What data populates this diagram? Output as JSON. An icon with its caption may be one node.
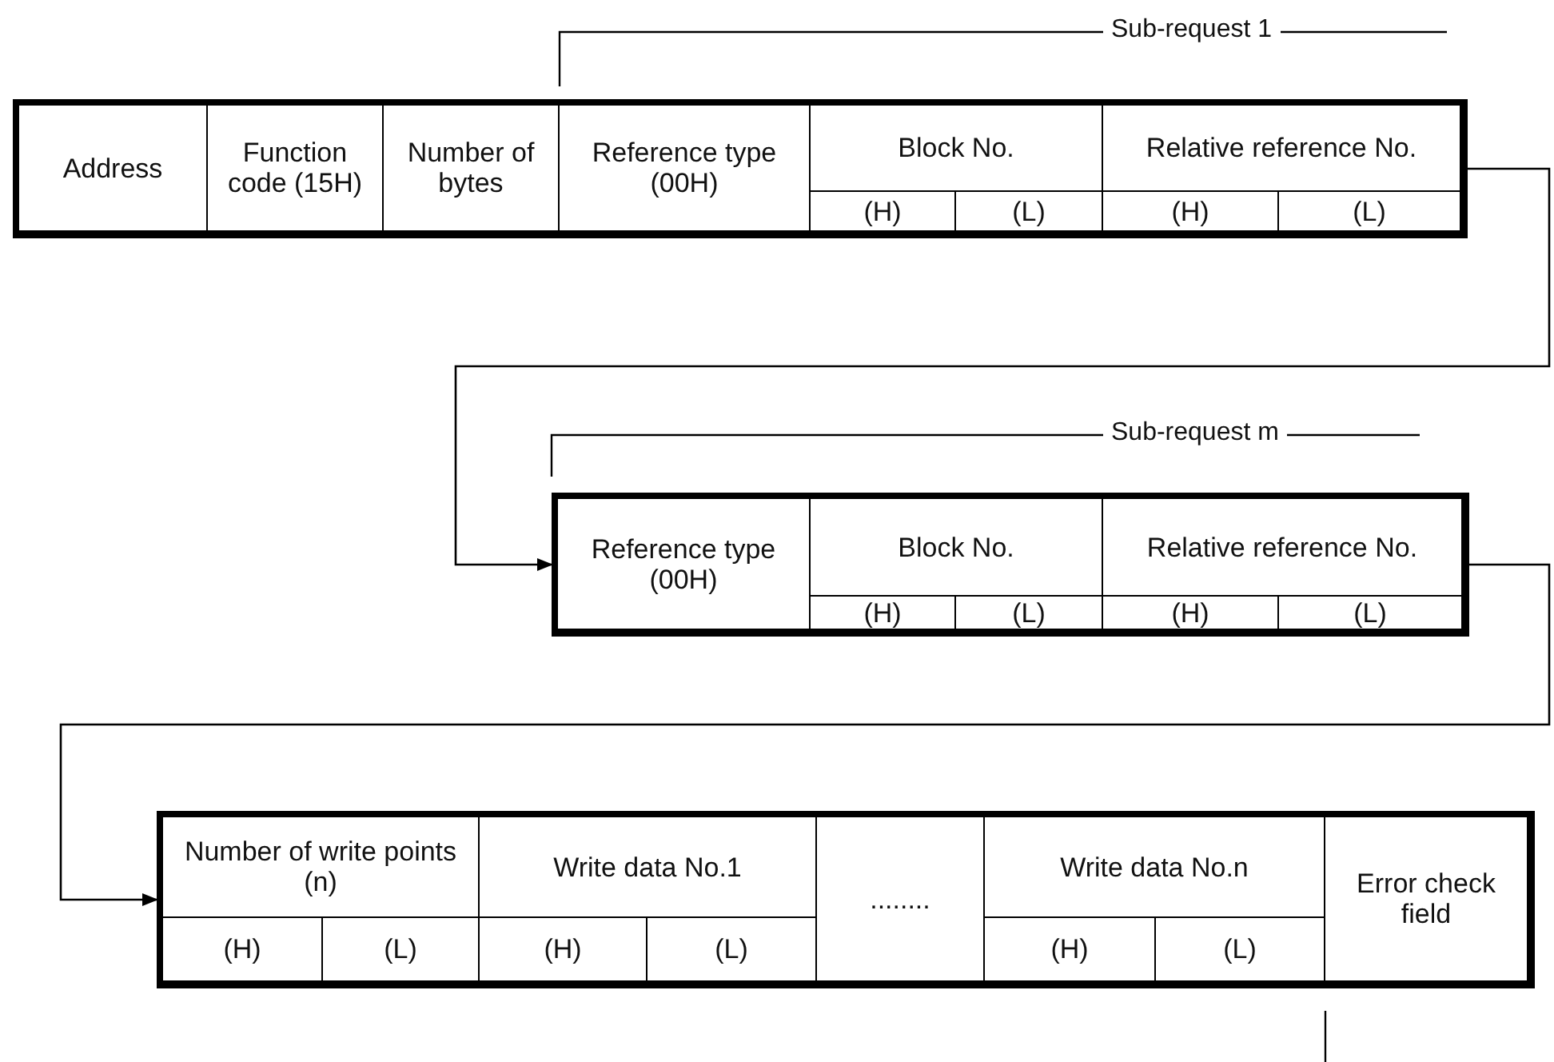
{
  "diagram": {
    "nodes": [
      {
        "text": [],
        "shape": "box"
      },
      {
        "text": [
          "Address"
        ],
        "in": 0
      },
      {
        "text": [
          "Function code (15H)"
        ],
        "in": 0
      },
      {
        "text": [
          "Number of bytes"
        ],
        "in": 0
      },
      {
        "text": [
          "Reference type (00H)"
        ],
        "in": 0
      },
      {
        "text": [
          "Block No."
        ],
        "in": 0
      },
      {
        "text": [
          "(H)"
        ],
        "in": 0
      },
      {
        "text": [
          "(L)"
        ],
        "in": 0
      },
      {
        "text": [
          "Relative reference No."
        ],
        "in": 0
      },
      {
        "text": [
          "(H)"
        ],
        "in": 0
      },
      {
        "text": [
          "(L)"
        ],
        "in": 0
      },
      {
        "text": [],
        "shape": "box"
      },
      {
        "text": [
          "Reference type (00H)"
        ],
        "in": 11
      },
      {
        "text": [
          "Block No."
        ],
        "in": 11
      },
      {
        "text": [
          "(H)"
        ],
        "in": 11
      },
      {
        "text": [
          "(L)"
        ],
        "in": 11
      },
      {
        "text": [
          "Relative reference No."
        ],
        "in": 11
      },
      {
        "text": [
          "(H)"
        ],
        "in": 11
      },
      {
        "text": [
          "(L)"
        ],
        "in": 11
      },
      {
        "text": [],
        "shape": "box"
      },
      {
        "text": [
          "Number of write points (n)"
        ],
        "in": 19
      },
      {
        "text": [
          "(H)"
        ],
        "in": 19
      },
      {
        "text": [
          "(L)"
        ],
        "in": 19
      },
      {
        "text": [
          "Write data No.1"
        ],
        "in": 19
      },
      {
        "text": [
          "(H)"
        ],
        "in": 19
      },
      {
        "text": [
          "(L)"
        ],
        "in": 19
      },
      {
        "text": [
          "........"
        ],
        "in": 19
      },
      {
        "text": [
          "Write data No.n"
        ],
        "in": 19
      },
      {
        "text": [
          "(H)"
        ],
        "in": 19
      },
      {
        "text": [
          "(L)"
        ],
        "in": 19
      },
      {
        "text": [
          "Error check field"
        ],
        "in": 19
      }
    ],
    "edges": [
      {
        "from": 0,
        "to": 11,
        "arrow": "to"
      },
      {
        "from": 11,
        "to": 19,
        "arrow": "to"
      }
    ],
    "labels": [
      "Sub-request 1",
      "Sub-request m"
    ]
  }
}
